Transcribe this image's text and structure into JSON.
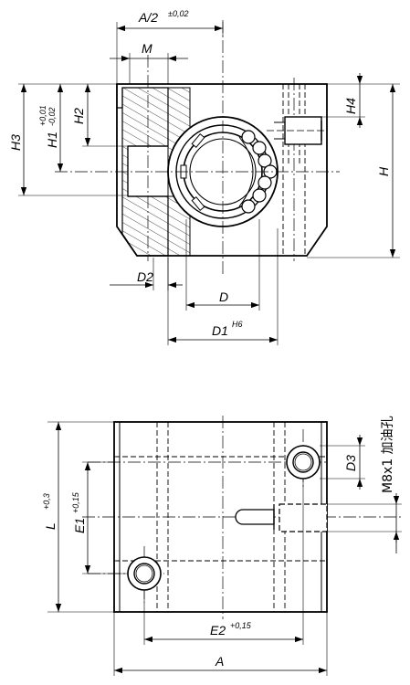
{
  "front_view": {
    "labels": {
      "a_half": "A/2",
      "a_half_tol": "±0,02",
      "m": "M",
      "h3": "H3",
      "h1": "H1",
      "h1_tol_plus": "+0,01",
      "h1_tol_minus": "-0,02",
      "h2": "H2",
      "h4": "H4",
      "h": "H",
      "d2": "D2",
      "d": "D",
      "d1": "D1",
      "d1_fit": "H6"
    }
  },
  "top_view": {
    "labels": {
      "l": "L",
      "l_tol": "+0,3",
      "e1": "E1",
      "e1_tol": "+0,15",
      "d3": "D3",
      "thread": "M8x1 加油孔",
      "e2": "E2",
      "e2_tol": "+0,15",
      "a": "A"
    }
  }
}
